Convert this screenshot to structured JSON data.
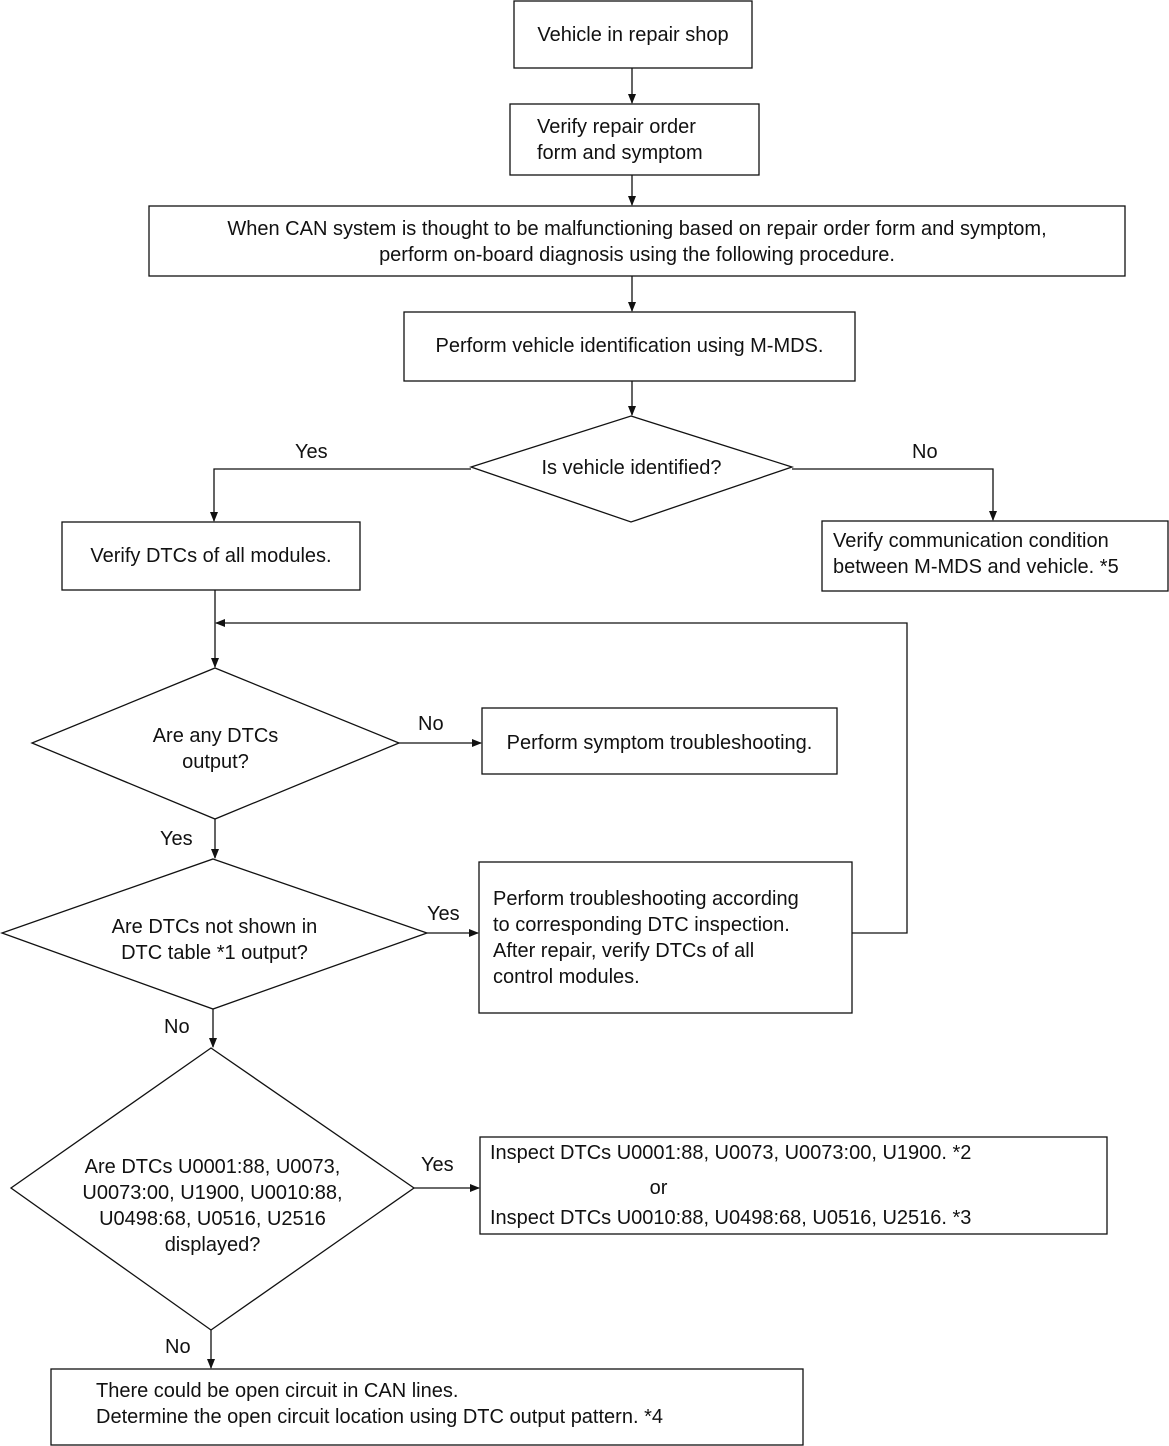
{
  "flowchart": {
    "start": "Vehicle in repair shop",
    "verify_order": [
      "Verify repair order",
      "form and symptom"
    ],
    "can_malfunction": [
      "When CAN system is thought to be malfunctioning based on repair order form and symptom,",
      "perform on-board diagnosis using the following procedure."
    ],
    "vehicle_id": "Perform vehicle identification using M-MDS.",
    "decision_identified": "Is vehicle identified?",
    "verify_comm": [
      "Verify communication condition",
      "between M-MDS and vehicle. *5"
    ],
    "verify_dtcs": "Verify DTCs of all modules.",
    "decision_any_dtcs": [
      "Are any DTCs",
      "output?"
    ],
    "symptom_troubleshooting": "Perform symptom troubleshooting.",
    "decision_not_shown": [
      "Are DTCs not shown in",
      "DTC table *1 output?"
    ],
    "dtc_troubleshooting": [
      "Perform troubleshooting according",
      "to corresponding DTC inspection.",
      "After repair, verify DTCs of all",
      "control modules."
    ],
    "decision_u_codes": [
      "Are DTCs U0001:88, U0073,",
      "U0073:00, U1900, U0010:88,",
      "U0498:68, U0516, U2516",
      "displayed?"
    ],
    "inspect_dtcs": [
      "Inspect DTCs U0001:88, U0073, U0073:00, U1900.  *2",
      "or",
      "Inspect DTCs U0010:88, U0498:68, U0516, U2516.  *3"
    ],
    "open_circuit": [
      "There could be open circuit in CAN lines.",
      "Determine the open circuit location using DTC output pattern.   *4"
    ],
    "labels": {
      "yes": "Yes",
      "no": "No"
    }
  }
}
